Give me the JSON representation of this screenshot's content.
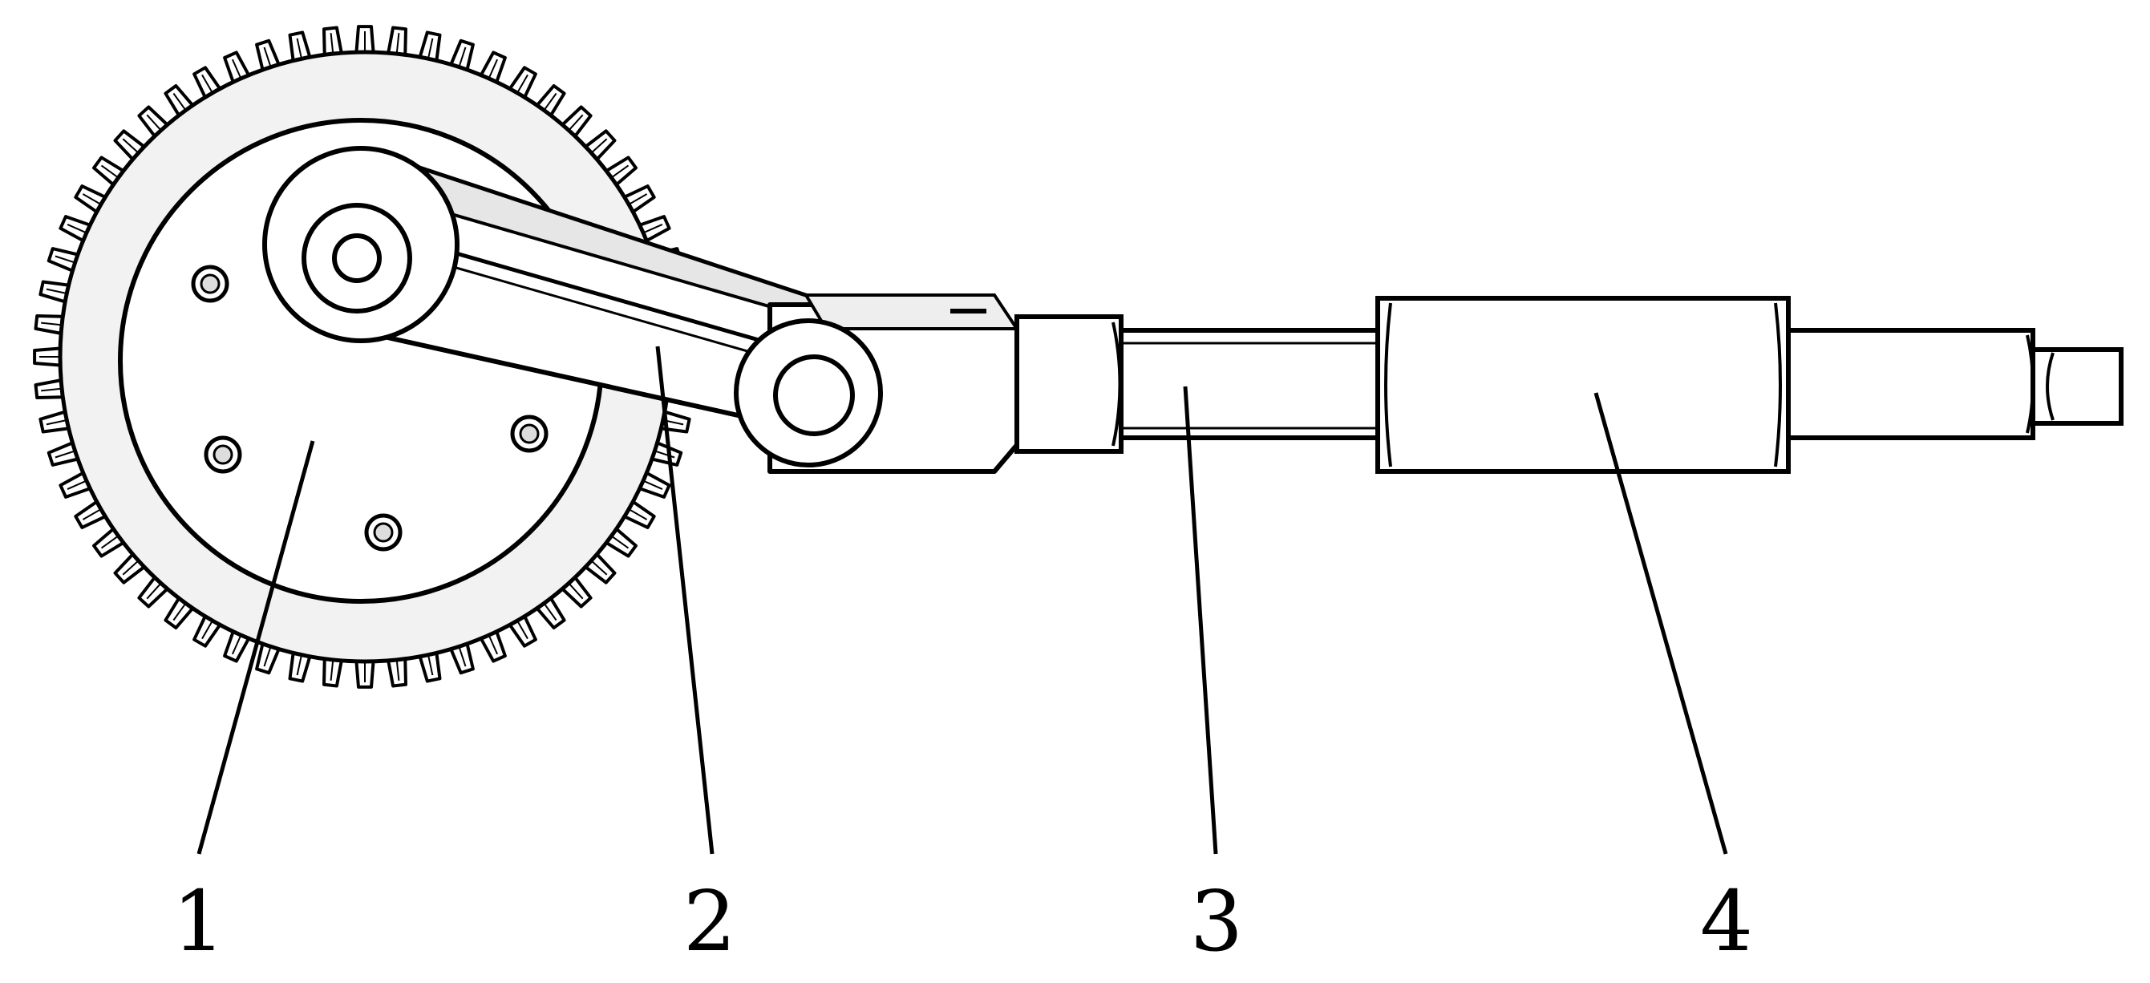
{
  "figure": {
    "parts": [
      {
        "id": "1",
        "component": "bevel-gear"
      },
      {
        "id": "2",
        "component": "crank-link"
      },
      {
        "id": "3",
        "component": "shaft"
      },
      {
        "id": "4",
        "component": "sleeve"
      }
    ],
    "colors": {
      "line": "#000000",
      "fill": "#ffffff",
      "shade": "#e6e6e6"
    },
    "gear_tooth_count": 60
  }
}
